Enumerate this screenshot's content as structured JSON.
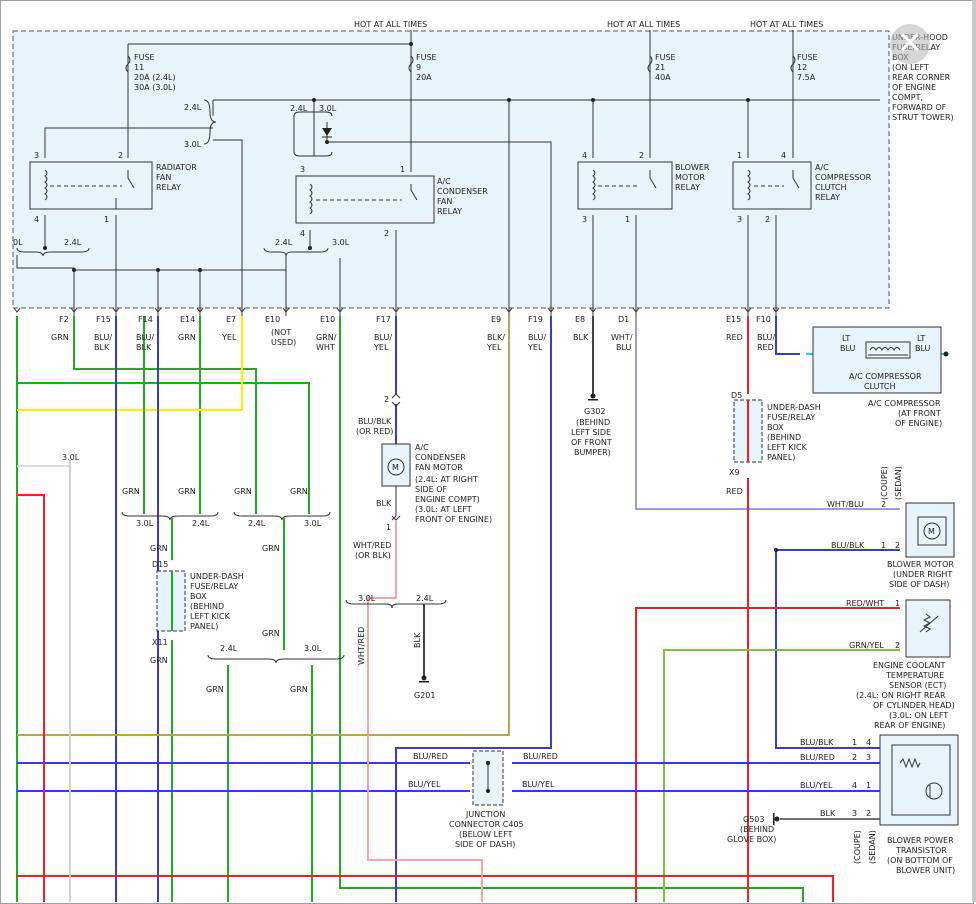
{
  "hot": [
    "HOT AT ALL TIMES",
    "HOT AT ALL TIMES",
    "HOT AT ALL TIMES"
  ],
  "underhood_box": [
    "UNDER-HOOD",
    "FUSE/RELAY",
    "BOX",
    "(ON LEFT",
    "REAR CORNER",
    "OF ENGINE",
    "COMPT,",
    "FORWARD OF",
    "STRUT TOWER)"
  ],
  "fuses": [
    {
      "lines": [
        "FUSE",
        "11",
        "20A  (2.4L)",
        "30A  (3.0L)"
      ]
    },
    {
      "lines": [
        "FUSE",
        "9",
        "20A"
      ]
    },
    {
      "lines": [
        "FUSE",
        "21",
        "40A"
      ]
    },
    {
      "lines": [
        "FUSE",
        "12",
        "7.5A"
      ]
    }
  ],
  "relays": [
    {
      "lines": [
        "RADIATOR",
        "FAN",
        "RELAY"
      ],
      "pins": [
        "3",
        "2",
        "4",
        "1"
      ]
    },
    {
      "lines": [
        "A/C",
        "CONDENSER",
        "FAN",
        "RELAY"
      ],
      "pins": [
        "3",
        "1",
        "4",
        "2"
      ]
    },
    {
      "lines": [
        "BLOWER",
        "MOTOR",
        "RELAY"
      ],
      "pins": [
        "4",
        "2",
        "3",
        "1"
      ]
    },
    {
      "lines": [
        "A/C",
        "COMPRESSOR",
        "CLUTCH",
        "RELAY"
      ],
      "pins": [
        "1",
        "4",
        "3",
        "2"
      ]
    }
  ],
  "engine_tags": [
    "2.4L",
    "3.0L",
    "2.4L",
    "3.0L",
    "0L",
    "2.4L",
    "2.4L",
    "3.0L"
  ],
  "connectors": [
    {
      "id": "F2",
      "wire": [
        "GRN"
      ]
    },
    {
      "id": "F15",
      "wire": [
        "BLU/",
        "BLK"
      ]
    },
    {
      "id": "F14",
      "wire": [
        "BLU/",
        "BLK"
      ]
    },
    {
      "id": "E14",
      "wire": [
        "GRN"
      ]
    },
    {
      "id": "E7",
      "wire": [
        "YEL"
      ]
    },
    {
      "id": "E10",
      "wire": [
        "(NOT",
        "USED)"
      ]
    },
    {
      "id": "E10",
      "wire": [
        "GRN/",
        "WHT"
      ]
    },
    {
      "id": "F17",
      "wire": [
        "BLU/",
        "YEL"
      ]
    },
    {
      "id": "E9",
      "wire": [
        "BLK/",
        "YEL"
      ]
    },
    {
      "id": "F19",
      "wire": [
        "BLU/",
        "YEL"
      ]
    },
    {
      "id": "E8",
      "wire": [
        "BLK"
      ]
    },
    {
      "id": "D1",
      "wire": [
        "WHT/",
        "BLU"
      ]
    },
    {
      "id": "E15",
      "wire": [
        "RED"
      ]
    },
    {
      "id": "F10",
      "wire": [
        "BLU/",
        "RED"
      ]
    }
  ],
  "ac_clutch": {
    "wire_left": [
      "LT",
      "BLU"
    ],
    "wire_right": [
      "LT",
      "BLU"
    ],
    "label": [
      "A/C COMPRESSOR",
      "CLUTCH"
    ],
    "location": [
      "A/C COMPRESSOR",
      "(AT FRONT",
      "OF ENGINE)"
    ]
  },
  "condenser_motor": {
    "top_pin": "2",
    "top_wire": [
      "BLU/BLK",
      "(OR RED)"
    ],
    "lines": [
      "A/C",
      "CONDENSER",
      "FAN MOTOR",
      "(2.4L: AT RIGHT",
      "SIDE OF",
      "ENGINE COMPT)",
      "(3.0L: AT LEFT",
      "FRONT OF ENGINE)"
    ],
    "bottom_wire": "BLK",
    "bottom_pin": "1",
    "out_wire": [
      "WHT/RED",
      "(OR BLK)"
    ]
  },
  "split_tags": [
    "3.0L",
    "2.4L"
  ],
  "wire_whtred": "WHT/RED",
  "wire_blk": "BLK",
  "g201": "G201",
  "g302": [
    "G302",
    "(BEHIND",
    "LEFT SIDE",
    "OF FRONT",
    "BUMPER)"
  ],
  "left_3l": "3.0L",
  "grn_labels": [
    "GRN",
    "GRN",
    "GRN",
    "GRN"
  ],
  "engine_tags2": [
    "3.0L",
    "2.4L",
    "2.4L",
    "3.0L"
  ],
  "dash_box_left": {
    "top": "D15",
    "bottom": "X11",
    "wire_top": "GRN",
    "wire_bottom": "GRN",
    "lines": [
      "UNDER-DASH",
      "FUSE/RELAY",
      "BOX",
      "(BEHIND",
      "LEFT KICK",
      "PANEL)"
    ]
  },
  "grn_right": "GRN",
  "grn_right2": "GRN",
  "engine_tags3": [
    "2.4L",
    "3.0L"
  ],
  "grn_bottom": [
    "GRN",
    "GRN"
  ],
  "dash_box_right": {
    "top": "D5",
    "bottom": "X9",
    "wire_bottom": "RED",
    "lines": [
      "UNDER-DASH",
      "FUSE/RELAY",
      "BOX",
      "(BEHIND",
      "LEFT KICK",
      "PANEL)"
    ]
  },
  "coupe": "(COUPE)",
  "sedan": "(SEDAN)",
  "blower_motor": {
    "rows": [
      {
        "wire": "WHT/BLU",
        "coupe": "",
        "sedan": "2"
      },
      {
        "wire": "BLU/BLK",
        "coupe": "1",
        "sedan": "2"
      }
    ],
    "lines": [
      "BLOWER MOTOR",
      "(UNDER RIGHT",
      "SIDE OF DASH)"
    ]
  },
  "ect": {
    "rows": [
      {
        "wire": "RED/WHT",
        "pin": "1"
      },
      {
        "wire": "GRN/YEL",
        "pin": "2"
      }
    ],
    "lines": [
      "ENGINE COOLANT",
      "TEMPERATURE",
      "SENSOR (ECT)",
      "(2.4L: ON RIGHT REAR",
      "OF CYLINDER HEAD)",
      "(3.0L: ON LEFT",
      "REAR OF ENGINE)"
    ]
  },
  "transistor": {
    "rows": [
      {
        "wire": "BLU/BLK",
        "coupe": "1",
        "sedan": "4"
      },
      {
        "wire": "BLU/RED",
        "coupe": "2",
        "sedan": "3"
      },
      {
        "wire": "BLU/YEL",
        "coupe": "4",
        "sedan": "1"
      },
      {
        "wire": "BLK",
        "coupe": "3",
        "sedan": "2"
      }
    ],
    "lines": [
      "BLOWER POWER",
      "TRANSISTOR",
      "(ON BOTTOM OF",
      "BLOWER UNIT)"
    ]
  },
  "g503": [
    "G503",
    "(BEHIND",
    "GLOVE BOX)"
  ],
  "junction": {
    "wires": [
      "BLU/RED",
      "BLU/RED",
      "BLU/YEL",
      "BLU/YEL"
    ],
    "lines": [
      "JUNCTION",
      "CONNECTOR C405",
      "(BELOW LEFT",
      "SIDE OF DASH)"
    ]
  },
  "colors": {
    "grn": "#22aa22",
    "blu": "#3a3ad8",
    "yel": "#ffee00",
    "red": "#ee2222",
    "olive": "#b5a64f",
    "ltblu": "#1ec8e6",
    "pink": "#f4a5a5",
    "whtblu": "#9a9ae6",
    "grnyel": "#7fc040",
    "box": "#e8f4fb"
  }
}
